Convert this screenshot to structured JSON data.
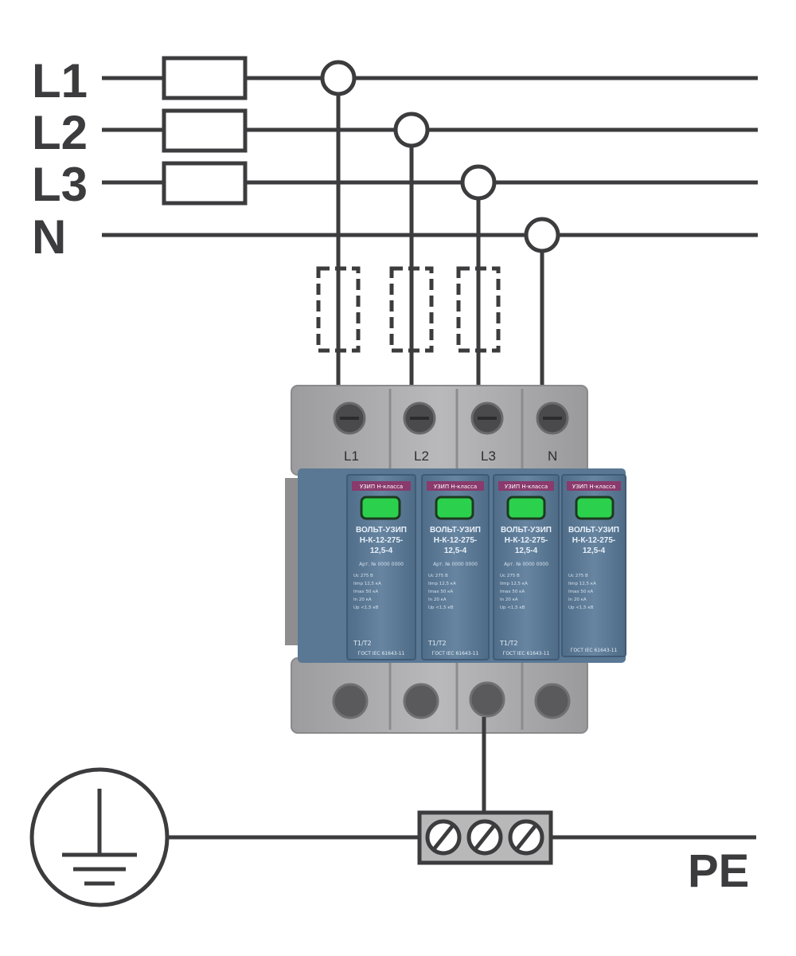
{
  "buses": {
    "l1": "L1",
    "l2": "L2",
    "l3": "L3",
    "n": "N",
    "pe": "PE"
  },
  "terminals": [
    "L1",
    "L2",
    "L3",
    "N"
  ],
  "device": {
    "header": "УЗИП Н-класса",
    "brand": "ВОЛЬТ-УЗИП",
    "model_line1": "Н-К-12-275-",
    "model_line2": "12,5-4",
    "article": "Арт. № 0000 0000",
    "specs": [
      "Uc 275 В",
      "Iimp 12,5 кА",
      "Imax 50 кА",
      "In 20 кА",
      "Up <1,5 кВ"
    ],
    "class": "T1/T2",
    "standard": "ГОСТ IEC 61643-11"
  },
  "colors": {
    "wire": "#3c3c3e",
    "module": "#5e7d9a",
    "housing": "#a9a9ab",
    "indicator": "#2bd14d",
    "header_band": "#8a3a6c",
    "clamp_fill": "#b8b8b8"
  }
}
